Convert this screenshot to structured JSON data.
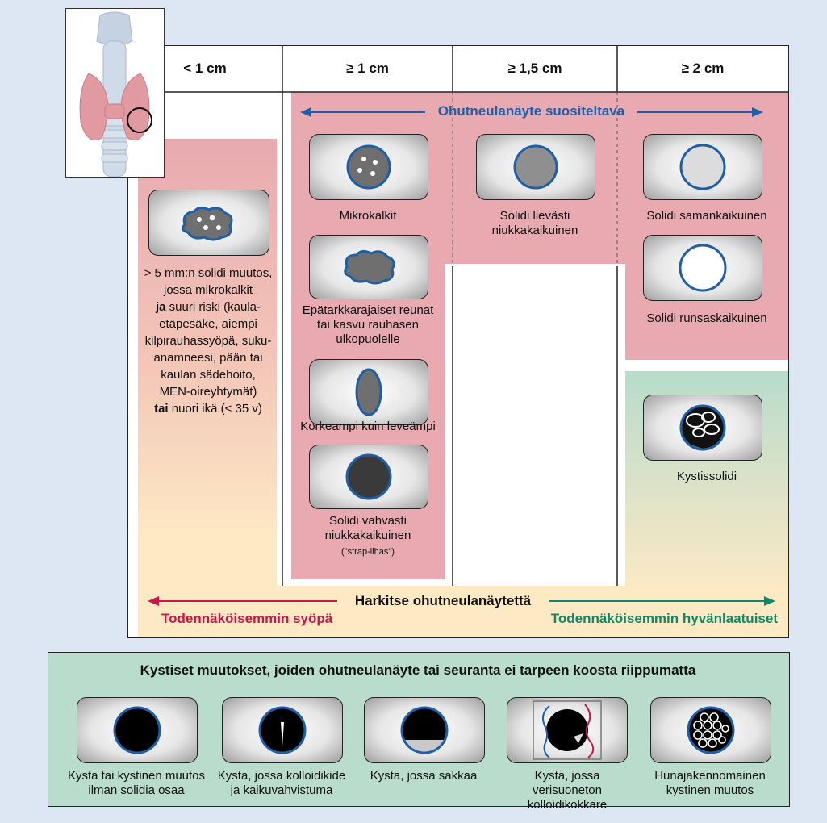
{
  "columns": [
    "< 1 cm",
    "≥ 1 cm",
    "≥ 1,5 cm",
    "≥ 2 cm"
  ],
  "fna_recommended_label": "Ohutneulanäyte suositeltava",
  "small_nodule": {
    "lines": [
      "> 5 mm:n solidi muutos,",
      "jossa mikrokalkit"
    ],
    "bold_ja": "ja",
    "risk_lines": [
      " suuri riski (kaula-",
      "etäpesäke, aiempi",
      "kilpirauhassyöpä, suku-",
      "anamneesi, pään tai",
      "kaulan sädehoito,",
      "MEN-oireyhtymät)"
    ],
    "bold_tai": "tai",
    "young_age": " nuori ikä (< 35 v)"
  },
  "nodules_1cm": [
    {
      "name": "microcalc",
      "caption": "Mikrokalkit"
    },
    {
      "name": "irregular",
      "caption": "Epätarkkarajaiset reunat tai kasvu rauhasen ulkopuolelle"
    },
    {
      "name": "taller",
      "caption": "Korkeampi kuin leveämpi"
    },
    {
      "name": "markedly-hypo",
      "caption": "Solidi vahvasti niukkakaikuinen",
      "subcaption": "(\"strap-lihas\")"
    }
  ],
  "nodule_15cm": {
    "caption": "Solidi lievästi niukkakaikuinen"
  },
  "nodules_2cm": [
    {
      "caption": "Solidi samankaikuinen"
    },
    {
      "caption": "Solidi runsaskaikuinen"
    }
  ],
  "cystic_solid": {
    "caption": "Kystissolidi"
  },
  "bottom_arrow": {
    "center": "Harkitse ohutneulanäytettä",
    "left": "Todennäköisemmin syöpä",
    "right": "Todennäköisemmin hyvänlaatuiset"
  },
  "cystic_panel": {
    "title": "Kystiset muutokset, joiden ohutneulanäyte tai seuranta ei tarpeen koosta riippumatta",
    "items": [
      {
        "caption": "Kysta tai kystinen muutos ilman solidia osaa"
      },
      {
        "caption": "Kysta, jossa kolloidikide ja kaikuvahvistuma"
      },
      {
        "caption": "Kysta, jossa sakkaa"
      },
      {
        "caption": "Kysta, jossa verisuoneton kolloidikokkare"
      },
      {
        "caption": "Hunajakennomainen kystinen muutos"
      }
    ]
  },
  "colors": {
    "pink": "#e8aab0",
    "yellow": "#fde9c4",
    "teal": "#b6dccb",
    "blue_text": "#1f5fa8",
    "red_text": "#c8184a",
    "green_text": "#0e8a6a"
  }
}
